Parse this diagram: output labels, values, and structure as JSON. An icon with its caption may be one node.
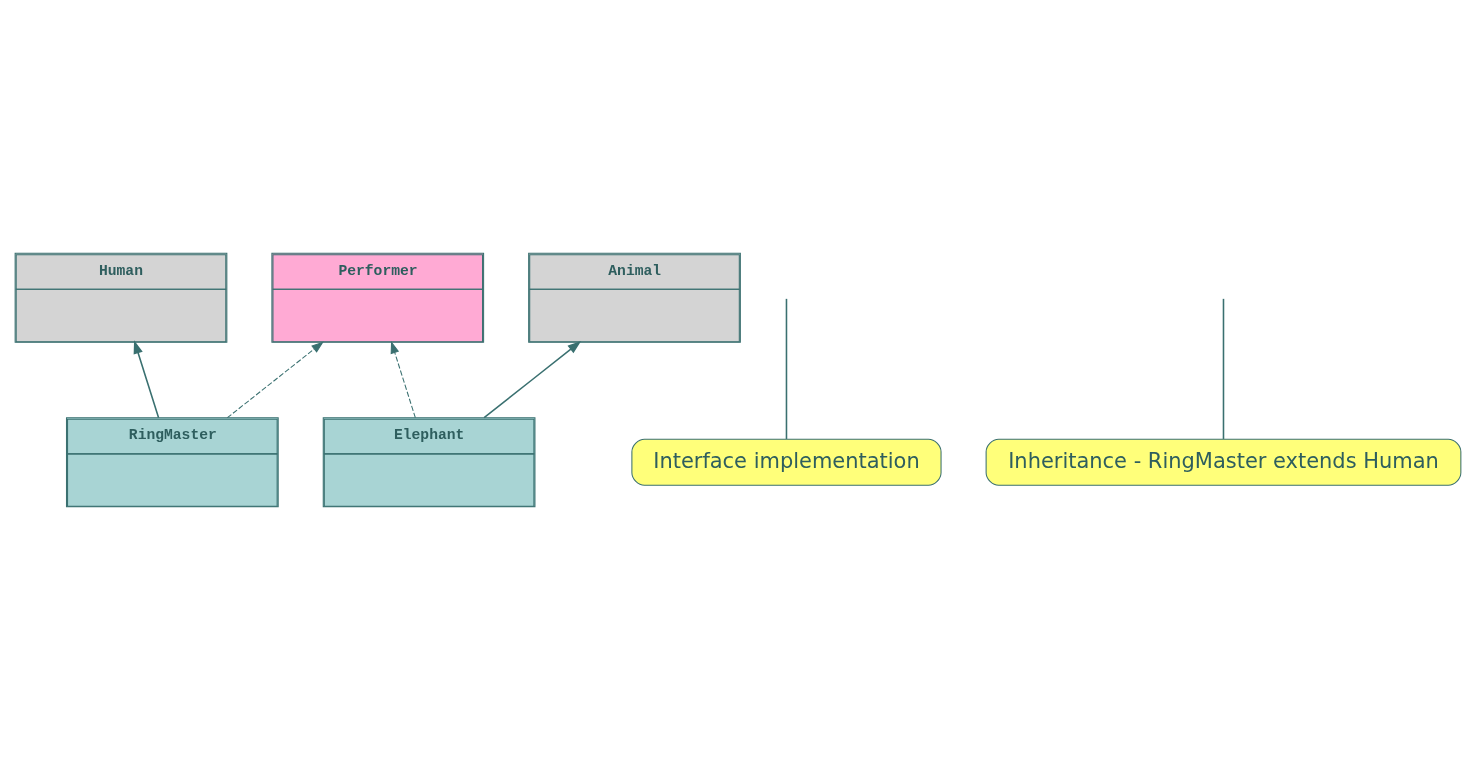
{
  "diagram": {
    "nodes": [
      {
        "text": [
          "Human"
        ]
      },
      {
        "text": [
          "Performer"
        ]
      },
      {
        "text": [
          "Animal"
        ]
      },
      {
        "text": [
          "RingMaster"
        ]
      },
      {
        "text": [
          "Elephant"
        ]
      },
      {
        "text": [
          "Interface implementation"
        ]
      },
      {
        "text": [
          "Inheritance - RingMaster extends Human"
        ]
      }
    ],
    "edges": [
      {
        "from": 3,
        "to": 0,
        "arrow": "to"
      },
      {
        "from": 3,
        "to": 1,
        "arrow": "to",
        "style": "dashed"
      },
      {
        "from": 4,
        "to": 1,
        "arrow": "to",
        "style": "dashed"
      },
      {
        "from": 4,
        "to": 2,
        "arrow": "to"
      },
      {
        "from": 5,
        "to": null,
        "arrow": "none"
      },
      {
        "from": 6,
        "to": null,
        "arrow": "none"
      }
    ]
  }
}
